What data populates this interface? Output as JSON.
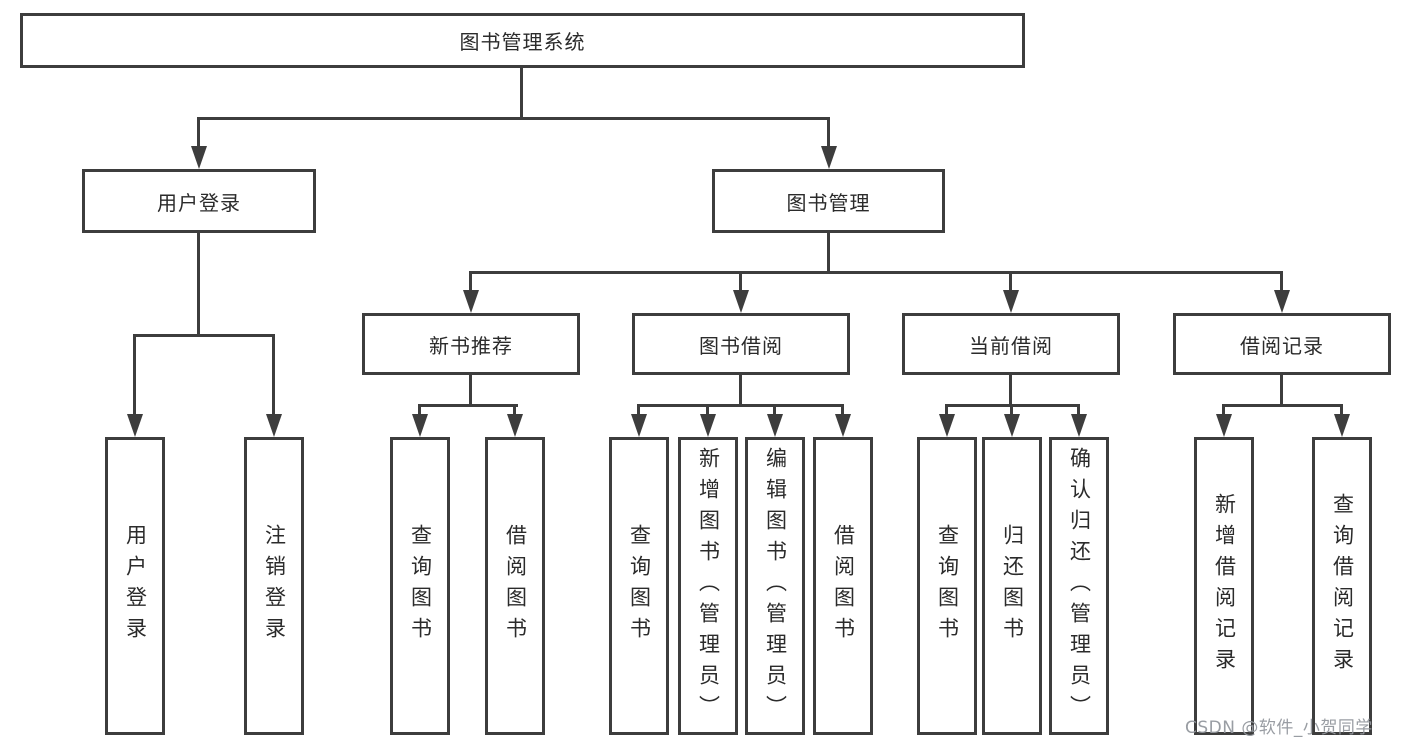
{
  "tree": {
    "label": "图书管理系统",
    "children": [
      {
        "label": "用户登录",
        "children": [
          {
            "label": "用户登录"
          },
          {
            "label": "注销登录"
          }
        ]
      },
      {
        "label": "图书管理",
        "children": [
          {
            "label": "新书推荐",
            "children": [
              {
                "label": "查询图书"
              },
              {
                "label": "借阅图书"
              }
            ]
          },
          {
            "label": "图书借阅",
            "children": [
              {
                "label": "查询图书"
              },
              {
                "label": "新增图书（管理员）"
              },
              {
                "label": "编辑图书（管理员）"
              },
              {
                "label": "借阅图书"
              }
            ]
          },
          {
            "label": "当前借阅",
            "children": [
              {
                "label": "查询图书"
              },
              {
                "label": "归还图书"
              },
              {
                "label": "确认归还（管理员）"
              }
            ]
          },
          {
            "label": "借阅记录",
            "children": [
              {
                "label": "新增借阅记录"
              },
              {
                "label": "查询借阅记录"
              }
            ]
          }
        ]
      }
    ]
  },
  "watermark": {
    "text": "CSDN @软件_小贺同学"
  },
  "colors": {
    "line": "#3d3d3d",
    "text": "#2b2b2b",
    "background": "#ffffff",
    "watermark": "#94989e"
  }
}
